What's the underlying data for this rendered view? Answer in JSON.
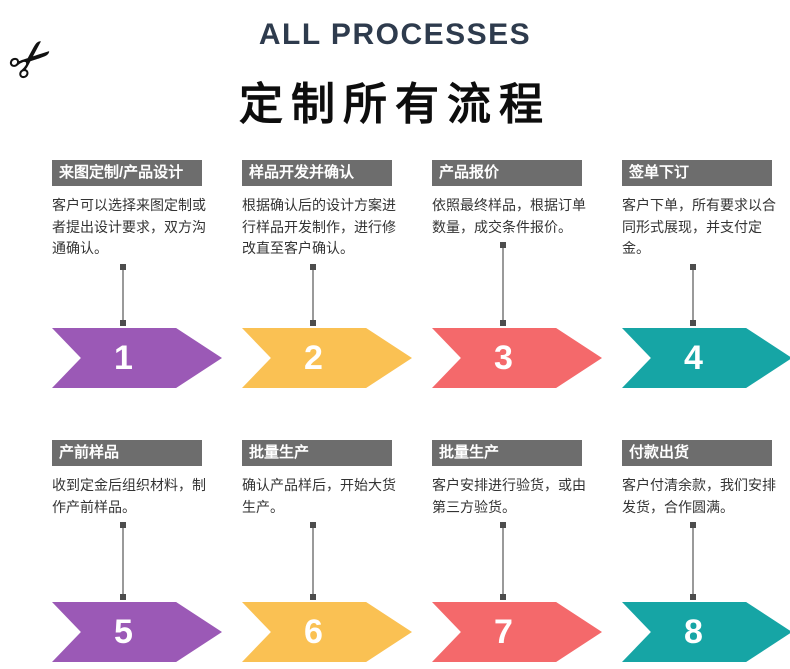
{
  "header": {
    "scissors_icon": "✂",
    "title_en": "ALL PROCESSES",
    "title_zh": "定制所有流程",
    "title_en_color": "#2e3b4d",
    "title_zh_color": "#0d0d0d"
  },
  "step_title_bar_color": "#6d6d6d",
  "steps": [
    {
      "num": "1",
      "title": "来图定制/产品设计",
      "desc": "客户可以选择来图定制或者提出设计要求，双方沟通确认。",
      "color": "#9b59b6"
    },
    {
      "num": "2",
      "title": "样品开发并确认",
      "desc": "根据确认后的设计方案进行样品开发制作，进行修改直至客户确认。",
      "color": "#fac153"
    },
    {
      "num": "3",
      "title": "产品报价",
      "desc": "依照最终样品，根据订单数量，成交条件报价。",
      "color": "#f4696b"
    },
    {
      "num": "4",
      "title": "签单下订",
      "desc": "客户下单，所有要求以合同形式展现，并支付定金。",
      "color": "#16a5a5"
    },
    {
      "num": "5",
      "title": "产前样品",
      "desc": "收到定金后组织材料，制作产前样品。",
      "color": "#9b59b6"
    },
    {
      "num": "6",
      "title": "批量生产",
      "desc": "确认产品样后，开始大货生产。",
      "color": "#fac153"
    },
    {
      "num": "7",
      "title": "批量生产",
      "desc": "客户安排进行验货，或由第三方验货。",
      "color": "#f4696b"
    },
    {
      "num": "8",
      "title": "付款出货",
      "desc": "客户付清余款，我们安排发货，合作圆满。",
      "color": "#16a5a5"
    }
  ]
}
